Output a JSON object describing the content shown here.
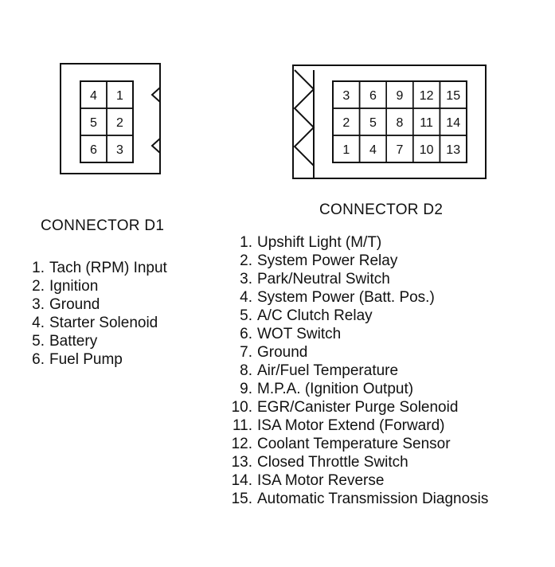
{
  "connector_d1": {
    "title": "CONNECTOR D1",
    "pin_grid": [
      [
        "4",
        "1"
      ],
      [
        "5",
        "2"
      ],
      [
        "6",
        "3"
      ]
    ],
    "pins": [
      {
        "num": "1.",
        "label": "Tach (RPM) Input"
      },
      {
        "num": "2.",
        "label": "Ignition"
      },
      {
        "num": "3.",
        "label": "Ground"
      },
      {
        "num": "4.",
        "label": "Starter Solenoid"
      },
      {
        "num": "5.",
        "label": "Battery"
      },
      {
        "num": "6.",
        "label": "Fuel Pump"
      }
    ]
  },
  "connector_d2": {
    "title": "CONNECTOR D2",
    "pin_grid": [
      [
        "3",
        "6",
        "9",
        "12",
        "15"
      ],
      [
        "2",
        "5",
        "8",
        "11",
        "14"
      ],
      [
        "1",
        "4",
        "7",
        "10",
        "13"
      ]
    ],
    "pins": [
      {
        "num": "1.",
        "label": "Upshift Light (M/T)"
      },
      {
        "num": "2.",
        "label": "System Power Relay"
      },
      {
        "num": "3.",
        "label": "Park/Neutral Switch"
      },
      {
        "num": "4.",
        "label": "System Power (Batt. Pos.)"
      },
      {
        "num": "5.",
        "label": "A/C Clutch Relay"
      },
      {
        "num": "6.",
        "label": "WOT Switch"
      },
      {
        "num": "7.",
        "label": "Ground"
      },
      {
        "num": "8.",
        "label": "Air/Fuel Temperature"
      },
      {
        "num": "9.",
        "label": "M.P.A. (Ignition Output)"
      },
      {
        "num": "10.",
        "label": "EGR/Canister Purge Solenoid"
      },
      {
        "num": "11.",
        "label": "ISA Motor Extend (Forward)"
      },
      {
        "num": "12.",
        "label": "Coolant Temperature Sensor"
      },
      {
        "num": "13.",
        "label": "Closed Throttle Switch"
      },
      {
        "num": "14.",
        "label": "ISA Motor Reverse"
      },
      {
        "num": "15.",
        "label": "Automatic Transmission Diagnosis"
      }
    ]
  }
}
